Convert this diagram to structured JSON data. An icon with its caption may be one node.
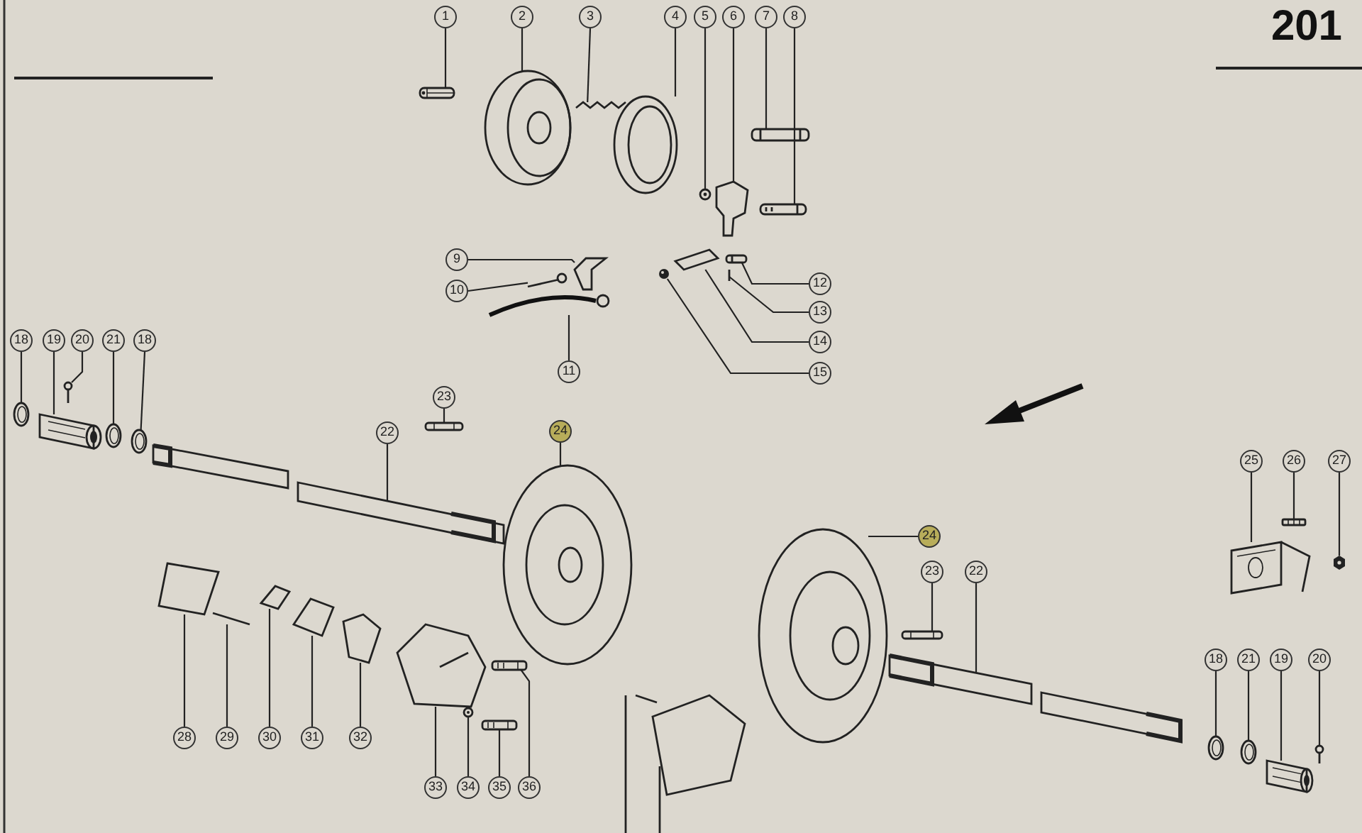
{
  "diagram": {
    "nodes": [
      {
        "text": [
          "1"
        ]
      },
      {
        "text": [
          "2"
        ]
      },
      {
        "text": [
          "3"
        ]
      },
      {
        "text": [
          "4"
        ]
      },
      {
        "text": [
          "5"
        ]
      },
      {
        "text": [
          "6"
        ]
      },
      {
        "text": [
          "7"
        ]
      },
      {
        "text": [
          "8"
        ]
      },
      {
        "text": [
          "9"
        ]
      },
      {
        "text": [
          "10"
        ]
      },
      {
        "text": [
          "11"
        ]
      },
      {
        "text": [
          "12"
        ]
      },
      {
        "text": [
          "13"
        ]
      },
      {
        "text": [
          "14"
        ]
      },
      {
        "text": [
          "15"
        ]
      },
      {
        "text": [
          "18"
        ]
      },
      {
        "text": [
          "19"
        ]
      },
      {
        "text": [
          "20"
        ]
      },
      {
        "text": [
          "21"
        ]
      },
      {
        "text": [
          "18"
        ]
      },
      {
        "text": [
          "22"
        ]
      },
      {
        "text": [
          "23"
        ]
      },
      {
        "text": [
          "24"
        ]
      },
      {
        "text": [
          "25"
        ]
      },
      {
        "text": [
          "26"
        ]
      },
      {
        "text": [
          "27"
        ]
      },
      {
        "text": [
          "24"
        ]
      },
      {
        "text": [
          "23"
        ]
      },
      {
        "text": [
          "22"
        ]
      },
      {
        "text": [
          "18"
        ]
      },
      {
        "text": [
          "21"
        ]
      },
      {
        "text": [
          "19"
        ]
      },
      {
        "text": [
          "20"
        ]
      },
      {
        "text": [
          "28"
        ]
      },
      {
        "text": [
          "29"
        ]
      },
      {
        "text": [
          "30"
        ]
      },
      {
        "text": [
          "31"
        ]
      },
      {
        "text": [
          "32"
        ]
      },
      {
        "text": [
          "33"
        ]
      },
      {
        "text": [
          "34"
        ]
      },
      {
        "text": [
          "35"
        ]
      },
      {
        "text": [
          "36"
        ]
      },
      {
        "text": [],
        "shape": "picture"
      },
      {
        "text": [],
        "shape": "picture"
      },
      {
        "text": [],
        "shape": "picture"
      },
      {
        "text": [],
        "shape": "picture"
      },
      {
        "text": [],
        "shape": "picture"
      },
      {
        "text": [],
        "shape": "picture"
      },
      {
        "text": [],
        "shape": "picture"
      },
      {
        "text": [],
        "shape": "picture"
      },
      {
        "text": [],
        "shape": "picture"
      },
      {
        "text": [],
        "shape": "picture"
      },
      {
        "text": [],
        "shape": "picture"
      },
      {
        "text": [],
        "shape": "picture"
      },
      {
        "text": [],
        "shape": "picture"
      },
      {
        "text": [],
        "shape": "picture"
      },
      {
        "text": [],
        "shape": "picture"
      },
      {
        "text": [],
        "shape": "picture"
      },
      {
        "text": [],
        "shape": "picture"
      },
      {
        "text": [],
        "shape": "picture"
      },
      {
        "text": [],
        "shape": "picture"
      },
      {
        "text": [],
        "shape": "picture"
      },
      {
        "text": [],
        "shape": "picture"
      },
      {
        "text": [],
        "shape": "picture"
      },
      {
        "text": [],
        "shape": "picture"
      },
      {
        "text": [],
        "shape": "picture"
      },
      {
        "text": [],
        "shape": "picture"
      },
      {
        "text": [],
        "shape": "picture"
      },
      {
        "text": [],
        "shape": "picture"
      },
      {
        "text": [],
        "shape": "picture"
      },
      {
        "text": [],
        "shape": "picture"
      },
      {
        "text": [],
        "shape": "picture"
      },
      {
        "text": [],
        "shape": "picture"
      },
      {
        "text": [],
        "shape": "picture"
      },
      {
        "text": [],
        "shape": "picture"
      },
      {
        "text": [],
        "shape": "picture"
      },
      {
        "text": [],
        "shape": "picture"
      },
      {
        "text": [],
        "shape": "picture"
      },
      {
        "text": [],
        "shape": "picture"
      },
      {
        "text": [],
        "shape": "picture"
      },
      {
        "text": [],
        "shape": "picture"
      },
      {
        "text": [],
        "shape": "picture"
      },
      {
        "text": [],
        "shape": "picture"
      },
      {
        "text": [],
        "shape": "picture"
      }
    ],
    "edges": [
      {
        "from": 0,
        "to": 42,
        "arrow": "none"
      },
      {
        "from": 1,
        "to": 43,
        "arrow": "none"
      },
      {
        "from": 2,
        "to": 44,
        "arrow": "none"
      },
      {
        "from": 3,
        "to": 45,
        "arrow": "none"
      },
      {
        "from": 4,
        "to": 46,
        "arrow": "none"
      },
      {
        "from": 5,
        "to": 47,
        "arrow": "none"
      },
      {
        "from": 6,
        "to": 48,
        "arrow": "none"
      },
      {
        "from": 7,
        "to": 49,
        "arrow": "none"
      },
      {
        "from": 8,
        "to": 50,
        "arrow": "none"
      },
      {
        "from": 9,
        "to": 51,
        "arrow": "none"
      },
      {
        "from": 10,
        "to": 52,
        "arrow": "none"
      },
      {
        "from": 11,
        "to": 53,
        "arrow": "none"
      },
      {
        "from": 12,
        "to": 54,
        "arrow": "none"
      },
      {
        "from": 13,
        "to": 55,
        "arrow": "none"
      },
      {
        "from": 14,
        "to": 56,
        "arrow": "none"
      },
      {
        "from": 15,
        "to": 57,
        "arrow": "none"
      },
      {
        "from": 16,
        "to": 58,
        "arrow": "none"
      },
      {
        "from": 17,
        "to": 59,
        "arrow": "none"
      },
      {
        "from": 18,
        "to": 60,
        "arrow": "none"
      },
      {
        "from": 19,
        "to": 61,
        "arrow": "none"
      },
      {
        "from": 20,
        "to": 62,
        "arrow": "none"
      },
      {
        "from": 21,
        "to": 63,
        "arrow": "none"
      },
      {
        "from": 22,
        "to": 64,
        "arrow": "none"
      },
      {
        "from": 23,
        "to": 65,
        "arrow": "none"
      },
      {
        "from": 24,
        "to": 66,
        "arrow": "none"
      },
      {
        "from": 25,
        "to": 67,
        "arrow": "none"
      },
      {
        "from": 26,
        "to": 68,
        "arrow": "none"
      },
      {
        "from": 27,
        "to": 69,
        "arrow": "none"
      },
      {
        "from": 28,
        "to": 70,
        "arrow": "none"
      },
      {
        "from": 29,
        "to": 71,
        "arrow": "none"
      },
      {
        "from": 30,
        "to": 72,
        "arrow": "none"
      },
      {
        "from": 31,
        "to": 73,
        "arrow": "none"
      },
      {
        "from": 32,
        "to": 74,
        "arrow": "none"
      },
      {
        "from": 33,
        "to": 75,
        "arrow": "none"
      },
      {
        "from": 34,
        "to": 76,
        "arrow": "none"
      },
      {
        "from": 35,
        "to": 77,
        "arrow": "none"
      },
      {
        "from": 36,
        "to": 78,
        "arrow": "none"
      },
      {
        "from": 37,
        "to": 79,
        "arrow": "none"
      },
      {
        "from": 38,
        "to": 80,
        "arrow": "none"
      },
      {
        "from": 39,
        "to": 81,
        "arrow": "none"
      },
      {
        "from": 40,
        "to": 82,
        "arrow": "none"
      },
      {
        "from": 41,
        "to": 83,
        "arrow": "none"
      }
    ],
    "labels": [
      "201"
    ]
  }
}
